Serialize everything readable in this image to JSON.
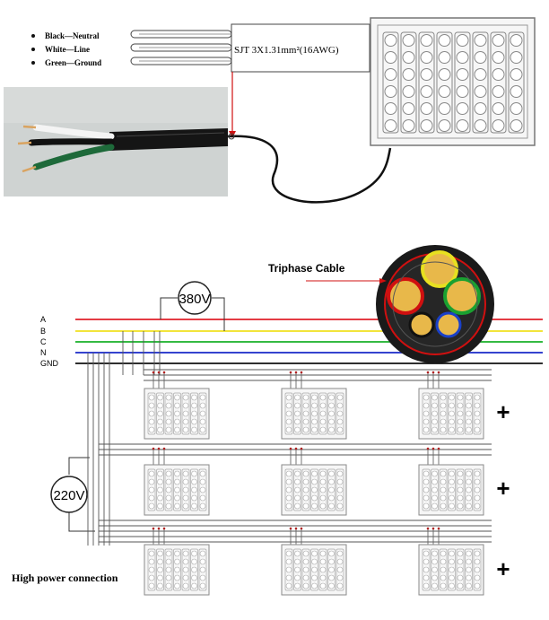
{
  "legend": {
    "items": [
      "Black—Neutral",
      "White—Line",
      "Green—Ground"
    ]
  },
  "cable_label": "SJT 3X1.31mm²(16AWG)",
  "triphase_label": "Triphase  Cable",
  "voltage_3phase": "380V",
  "voltage_single": "220V",
  "high_power_label": "High power connection",
  "plus_sign": "+",
  "bus_lines": [
    {
      "label": "A",
      "color": "#e0202a"
    },
    {
      "label": "B",
      "color": "#f0e020"
    },
    {
      "label": "C",
      "color": "#18b028"
    },
    {
      "label": "N",
      "color": "#1828c8"
    },
    {
      "label": "GND",
      "color": "#111111"
    }
  ],
  "colors": {
    "cable_black": "#111111",
    "photo_bg": "#cfd3d2",
    "copper": "#d9a360",
    "fixture_stroke": "#8a8a8a",
    "fixture_fill": "#f6f6f6"
  }
}
